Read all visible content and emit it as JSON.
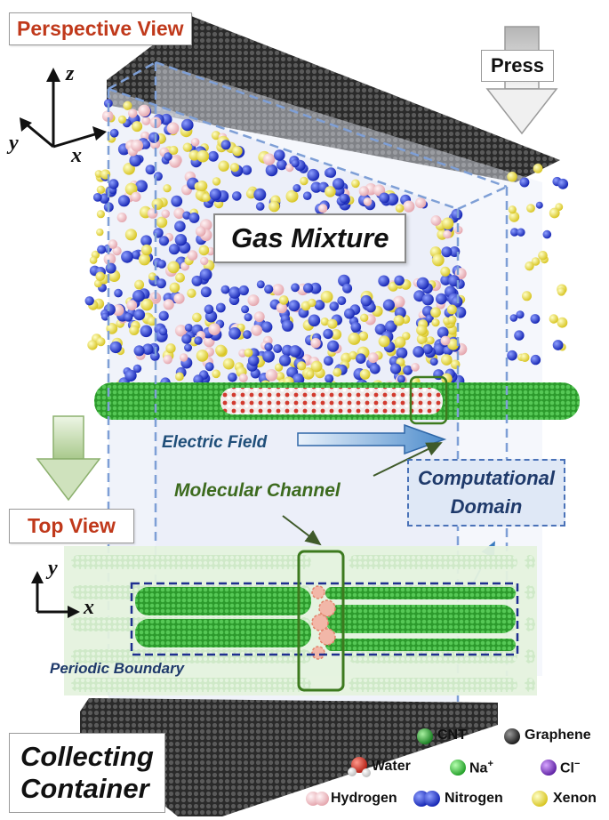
{
  "labels": {
    "perspective_view": "Perspective View",
    "press": "Press",
    "gas_mixture": "Gas Mixture",
    "electric_field": "Electric Field",
    "molecular_channel": "Molecular Channel",
    "computational_domain_line1": "Computational",
    "computational_domain_line2": "Domain",
    "top_view": "Top View",
    "periodic_boundary": "Periodic Boundary",
    "collecting_line1": "Collecting",
    "collecting_line2": "Container"
  },
  "axes": {
    "perspective": {
      "z": "z",
      "y": "y",
      "x": "x"
    },
    "top": {
      "y": "y",
      "x": "x"
    }
  },
  "legend": [
    {
      "name": "CNT",
      "color": "#1f9a2a",
      "icon": "sphere"
    },
    {
      "name": "Graphene",
      "color": "#2a2a2a",
      "icon": "sphere"
    },
    {
      "name": "Water",
      "color": "#d62b1e",
      "icon": "water-molecule"
    },
    {
      "name": "Na",
      "sup": "+",
      "color": "#28b52a",
      "icon": "sphere"
    },
    {
      "name": "Cl",
      "sup": "−",
      "color": "#7a2cc0",
      "icon": "sphere"
    },
    {
      "name": "Hydrogen",
      "color": "#f3c1c8",
      "icon": "diatomic"
    },
    {
      "name": "Nitrogen",
      "color": "#1a2fd0",
      "icon": "diatomic"
    },
    {
      "name": "Xenon",
      "color": "#f0e33a",
      "icon": "sphere"
    }
  ],
  "colors": {
    "graphene": "#2b2b2b",
    "cnt": "#3cb43c",
    "nitrogen": "#2a3cd2",
    "xenon": "#f0e23c",
    "hydrogen": "#f2c4c8",
    "domain": "#7e9fd6",
    "title_red": "#c0391b"
  }
}
